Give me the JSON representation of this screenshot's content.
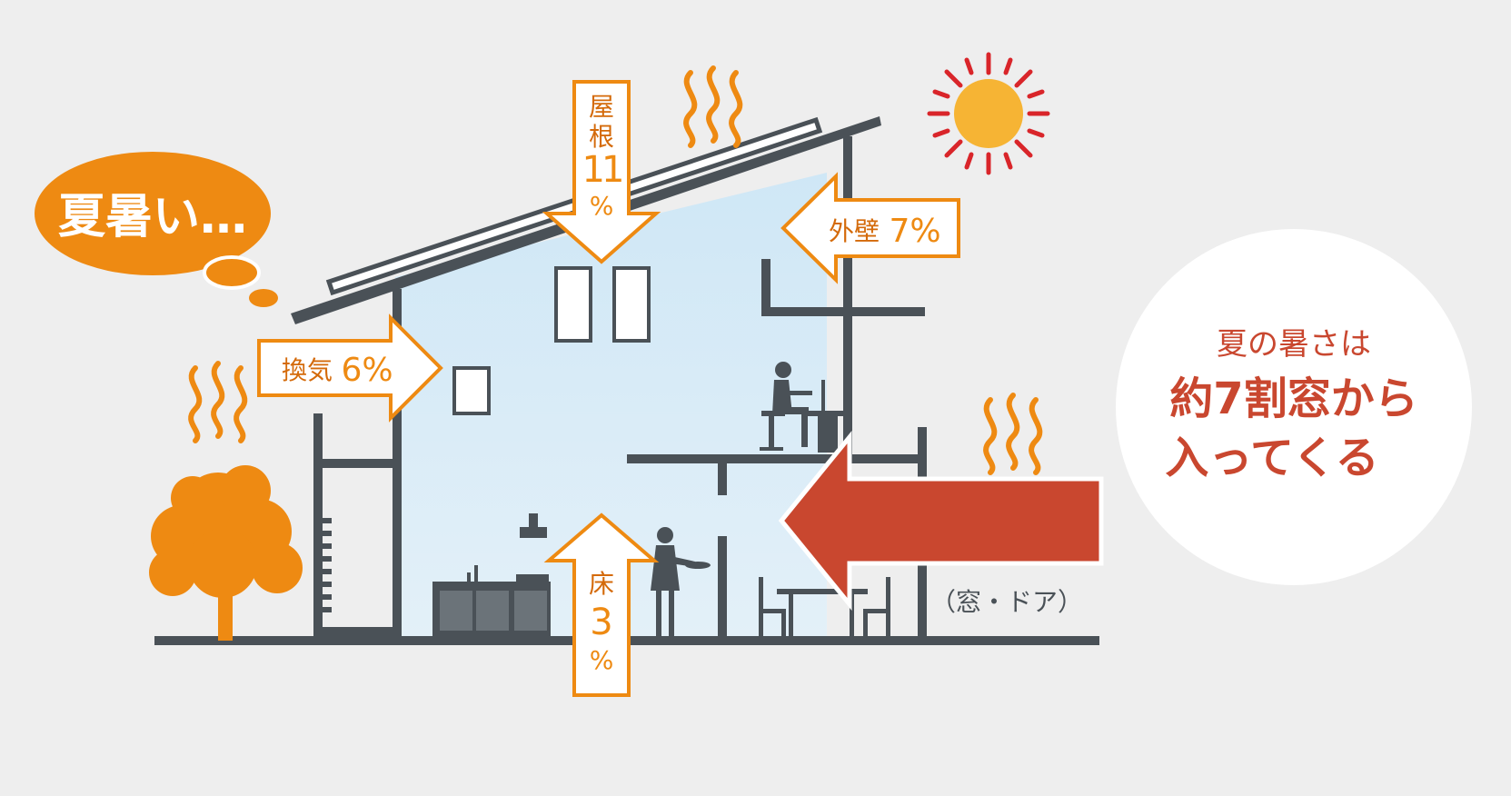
{
  "thought_bubble": {
    "text": "夏暑い…"
  },
  "labels": {
    "roof_line1": "屋",
    "roof_line2": "根",
    "roof_pct": "11",
    "roof_unit": "%",
    "wall_text": "外壁",
    "wall_pct": "7%",
    "vent_text": "換気",
    "vent_pct": "6%",
    "floor_text": "床",
    "floor_pct": "3",
    "floor_unit": "%",
    "window_caption": "（窓・ドア）"
  },
  "callout": {
    "line1": "夏の暑さは",
    "line2": "約7割窓から",
    "line3": "入ってくる"
  },
  "colors": {
    "background": "#eeeeee",
    "orange": "#ee8a12",
    "red": "#c9472f",
    "structure": "#4a5157",
    "interior": "#d9ecf7",
    "sun": "#f6b434",
    "sun_rays": "#d9252a"
  }
}
